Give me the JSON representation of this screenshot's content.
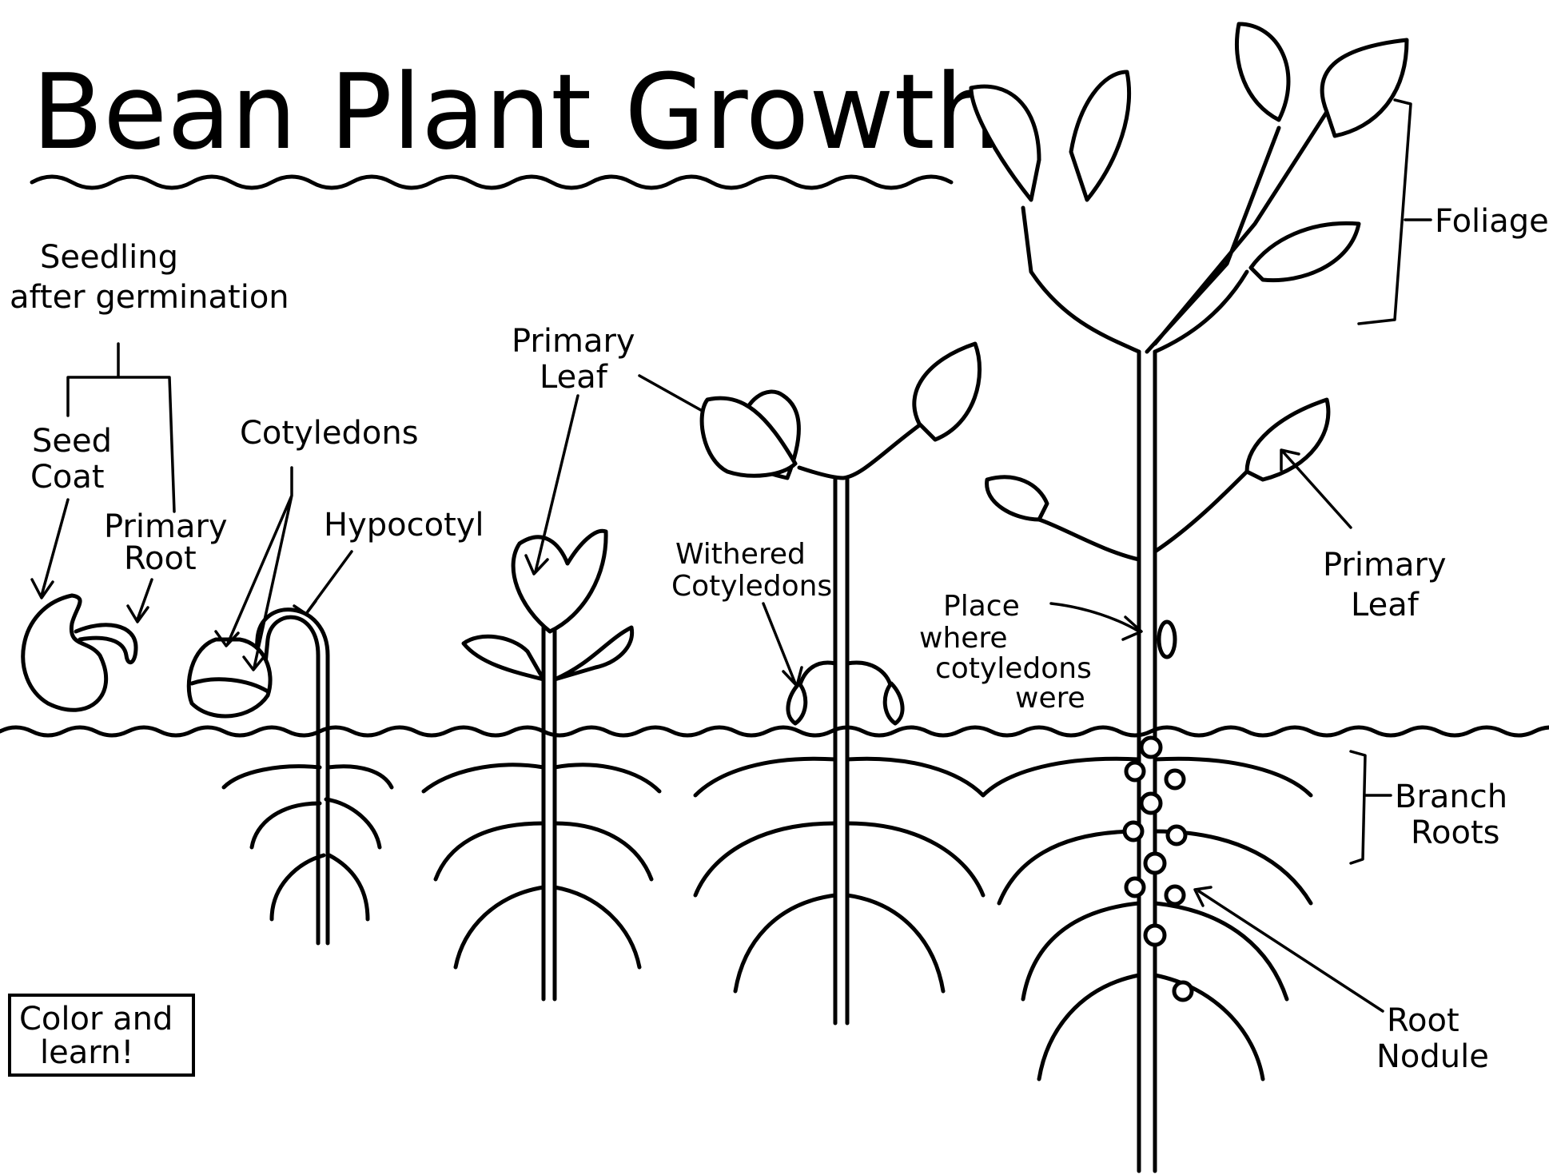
{
  "title": "Bean Plant Growth",
  "labels": {
    "seedling": [
      "Seedling",
      "after germination"
    ],
    "seed_coat": [
      "Seed",
      "Coat"
    ],
    "primary_root": [
      "Primary",
      "Root"
    ],
    "cotyledons": "Cotyledons",
    "hypocotyl": "Hypocotyl",
    "primary_leaf_1": [
      "Primary",
      "Leaf"
    ],
    "withered_cotyledons": [
      "Withered",
      "Cotyledons"
    ],
    "place_where": [
      "Place",
      "where",
      "cotyledons",
      "were"
    ],
    "foliage": "Foliage",
    "primary_leaf_2": [
      "Primary",
      "Leaf"
    ],
    "branch_roots": [
      "Branch",
      "Roots"
    ],
    "root_nodule": [
      "Root",
      "Nodule"
    ]
  },
  "note_box": [
    "Color and",
    "learn!"
  ]
}
